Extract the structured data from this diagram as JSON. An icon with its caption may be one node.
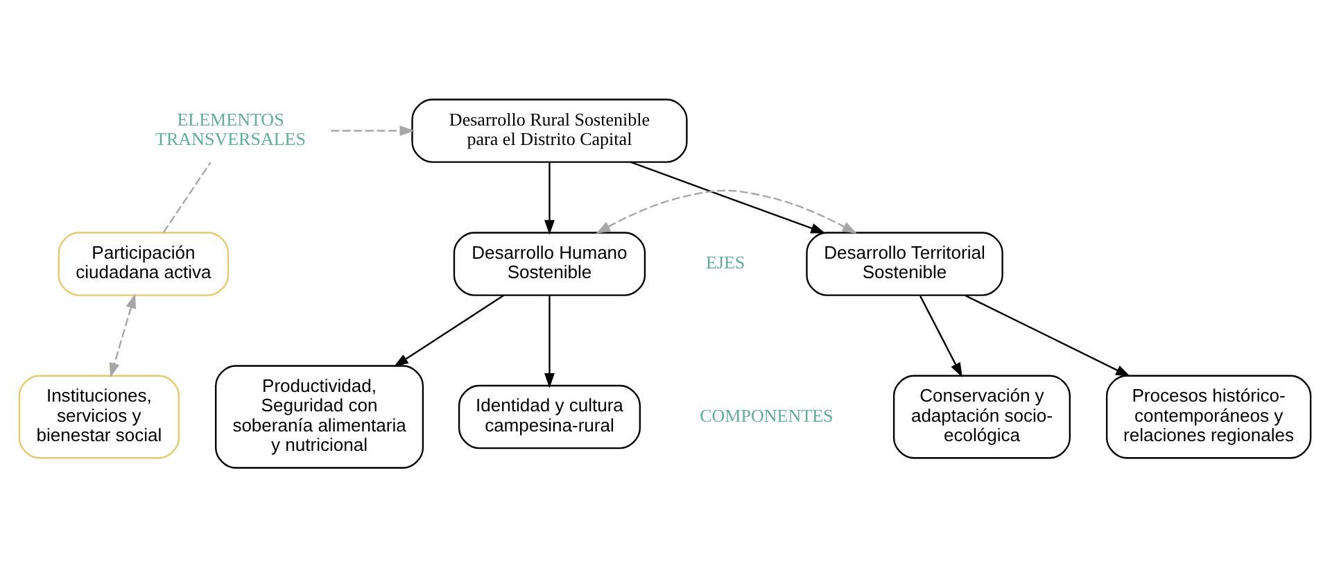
{
  "diagram": {
    "nodes": [
      {
        "text": [
          "ELEMENTOS TRANSVERSALES"
        ]
      },
      {
        "text": [
          "Desarrollo Rural Sostenible para el Distrito Capital"
        ]
      },
      {
        "text": [
          "Participación ciudadana activa"
        ]
      },
      {
        "text": [
          "Instituciones, servicios y bienestar social"
        ]
      },
      {
        "text": [
          "Desarrollo Humano Sostenible"
        ]
      },
      {
        "text": [
          "Desarrollo Territorial Sostenible"
        ]
      },
      {
        "text": [
          "Productividad, Seguridad con soberanía alimentaria y nutricional"
        ]
      },
      {
        "text": [
          "Identidad y cultura campesina-rural"
        ]
      },
      {
        "text": [
          "Conservación y adaptación socio-ecológica"
        ]
      },
      {
        "text": [
          "Procesos histórico-contemporáneos y relaciones regionales"
        ]
      }
    ],
    "edges": [
      {
        "from": 0,
        "to": 1,
        "arrow": "to",
        "style": "dashed",
        "color": "#a6a6a6"
      },
      {
        "from": 2,
        "to": 0,
        "arrow": "none",
        "style": "dashed",
        "color": "#a6a6a6"
      },
      {
        "from": 2,
        "to": 3,
        "arrow": "both",
        "style": "dashed",
        "color": "#a6a6a6"
      },
      {
        "from": 1,
        "to": 4,
        "arrow": "to"
      },
      {
        "from": 1,
        "to": 5,
        "arrow": "to"
      },
      {
        "from": 4,
        "to": 5,
        "arrow": "both",
        "style": "dashed",
        "color": "#a6a6a6"
      },
      {
        "from": 4,
        "to": 6,
        "arrow": "to"
      },
      {
        "from": 4,
        "to": 7,
        "arrow": "to"
      },
      {
        "from": 5,
        "to": 8,
        "arrow": "to"
      },
      {
        "from": 5,
        "to": 9,
        "arrow": "to"
      }
    ],
    "labels": [
      "EJES",
      "COMPONENTES"
    ]
  }
}
